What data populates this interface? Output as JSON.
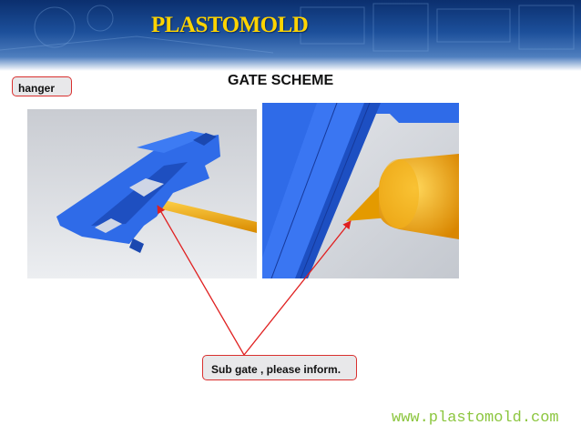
{
  "brand": "PLASTOMOLD",
  "part_label": "hanger",
  "title": "GATE SCHEME",
  "note": "Sub gate , please inform.",
  "website": "www.plastomold.com",
  "colors": {
    "part": "#2f6be8",
    "runner": "#f2a400",
    "arrow": "#e02020",
    "brand": "#ffd400",
    "website": "#8cc63f"
  }
}
